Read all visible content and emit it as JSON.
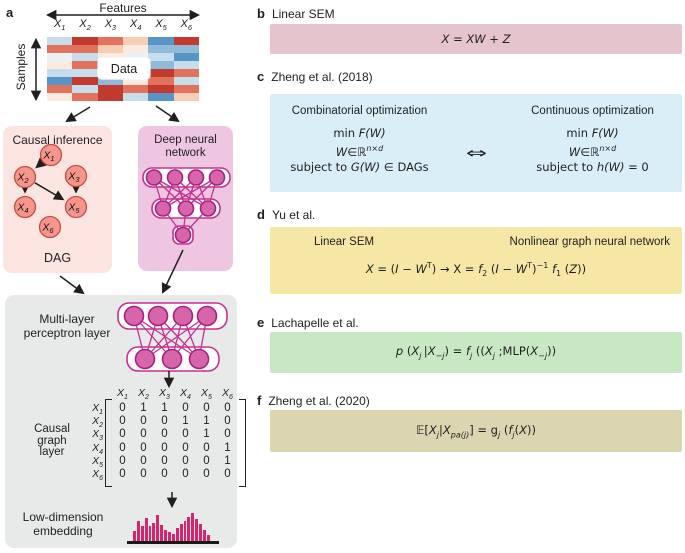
{
  "colors": {
    "text": "#1f1f1f",
    "causal_bg": "#fce4e0",
    "dnn_bg": "#efc6e2",
    "gray_bg": "#e8eaea",
    "dag_node_fill": "#f5958b",
    "dag_node_stroke": "#c24f41",
    "nn_node_fill": "#d765ac",
    "nn_node_stroke": "#aa1f7e",
    "nn_edge": "#c6308f",
    "histogram_bar": "#d4256d",
    "histogram_baseline": "#1a1a1a"
  },
  "panel_a": {
    "label": "a",
    "features_label": "Features",
    "samples_label": "Samples",
    "data_label": "Data",
    "column_labels": [
      "X_1",
      "X_2",
      "X_3",
      "X_4",
      "X_5",
      "X_6"
    ],
    "heatmap": {
      "palette": {
        "PB": "#e9f0f7",
        "LB": "#c6ddee",
        "MB": "#8fbbd9",
        "SB": "#5795c6",
        "DB": "#2f6db0",
        "CR": "#fbeadf",
        "LS": "#f8cdb4",
        "SA": "#e2725b",
        "DR": "#c03a2d"
      },
      "grid": [
        [
          "LB",
          "DR",
          "SA",
          "LS",
          "SB",
          "DR"
        ],
        [
          "SA",
          "SA",
          "LS",
          "CR",
          "MB",
          "MB"
        ],
        [
          "PB",
          "LB",
          "CR",
          "PB",
          "LB",
          "SB"
        ],
        [
          "CR",
          "SA",
          "LB",
          "MB",
          "MB",
          "LB"
        ],
        [
          "LB",
          "LB",
          "SB",
          "DR",
          "DR",
          "SA"
        ],
        [
          "SB",
          "DR",
          "MB",
          "CR",
          "SA",
          "LB"
        ],
        [
          "SA",
          "LB",
          "DR",
          "SA",
          "DR",
          "SA"
        ],
        [
          "CR",
          "SA",
          "DR",
          "LB",
          "SB",
          "LS"
        ]
      ]
    },
    "causal_box": {
      "title": "Causal inference",
      "footer": "DAG",
      "nodes": [
        "X_1",
        "X_2",
        "X_3",
        "X_4",
        "X_5",
        "X_6"
      ],
      "edges": [
        [
          0,
          1
        ],
        [
          1,
          3
        ],
        [
          1,
          4
        ],
        [
          2,
          4
        ]
      ]
    },
    "dnn_box": {
      "title_line1": "Deep neural",
      "title_line2": "network",
      "layers": [
        4,
        3,
        1
      ]
    },
    "gray_box": {
      "mlp_label_line1": "Multi-layer",
      "mlp_label_line2": "perceptron layer",
      "mlp_layers": [
        4,
        3
      ],
      "matrix": {
        "side_label_lines": [
          "Causal",
          "graph",
          "layer"
        ],
        "col_headers": [
          "X_1",
          "X_2",
          "X_3",
          "X_4",
          "X_5",
          "X_6"
        ],
        "row_headers": [
          "X_1",
          "X_2",
          "X_3",
          "X_4",
          "X_5",
          "X_6"
        ],
        "rows": [
          [
            0,
            1,
            1,
            0,
            0,
            0
          ],
          [
            0,
            0,
            0,
            1,
            1,
            0
          ],
          [
            0,
            0,
            0,
            0,
            1,
            0
          ],
          [
            0,
            0,
            0,
            0,
            0,
            1
          ],
          [
            0,
            0,
            0,
            0,
            0,
            1
          ],
          [
            0,
            0,
            0,
            0,
            0,
            0
          ]
        ]
      },
      "embedding_label_line1": "Low-dimension",
      "embedding_label_line2": "embedding",
      "histogram_heights": [
        10,
        20,
        15,
        23,
        15,
        18,
        26,
        16,
        11,
        9,
        7,
        13,
        17,
        20,
        24,
        28,
        22,
        17,
        11,
        6
      ]
    }
  },
  "panel_b": {
    "label": "b",
    "title": "Linear SEM",
    "bg": "#e5c4ce",
    "equation_html": "<i>X</i> = <i>XW</i> + <i>Z</i>"
  },
  "panel_c": {
    "label": "c",
    "title": "Zheng et al. (2018)",
    "bg": "#d9eef6",
    "left": {
      "header": "Combinatorial optimization",
      "line1_html": "min <i>F(W)</i>",
      "line2_html": "<i>W</i>∈ℝ<sup><i>n</i>×<i>d</i></sup>",
      "line3_html": "subject to <i>G(W)</i> ∈ DAGs"
    },
    "equiv_symbol": "⇔",
    "right": {
      "header": "Continuous optimization",
      "line1_html": "min <i>F(W)</i>",
      "line2_html": "<i>W</i>∈ℝ<sup><i>n</i>×<i>d</i></sup>",
      "line3_html": "subject to <i>h(W)</i> = 0"
    }
  },
  "panel_d": {
    "label": "d",
    "title": "Yu et al.",
    "bg": "#f6e7a6",
    "left_header": "Linear SEM",
    "right_header": "Nonlinear graph neural network",
    "equation_html": "<i>X</i> = (<i>I</i> − <i>W</i><sup>T</sup>) → X = <i>f</i><sub>2</sub> (<i>I</i> − <i>W</i><sup>T</sup>)<sup>−1</sup> <i>f</i><sub>1</sub> (<i>Z</i>))"
  },
  "panel_e": {
    "label": "e",
    "title": "Lachapelle et al.",
    "bg": "#c8e7c3",
    "equation_html": "<i>p</i> (<i>X<sub>j</sub></i> |<i>X</i><sub>−<i>j</i></sub>) = <i>f<sub>j</sub></i> ((<i>X<sub>j</sub></i> ;MLP(<i>X</i><sub>−<i>j</i></sub>))"
  },
  "panel_f": {
    "label": "f",
    "title": "Zheng et al. (2020)",
    "bg": "#dcd5b2",
    "equation_html": "𝔼[<i>X<sub>j</sub></i>|<i>X<sub>pa(j)</sub></i>] = g<sub><i>j</i></sub> (<i>f<sub>j</sub></i>(<i>X</i>))"
  }
}
